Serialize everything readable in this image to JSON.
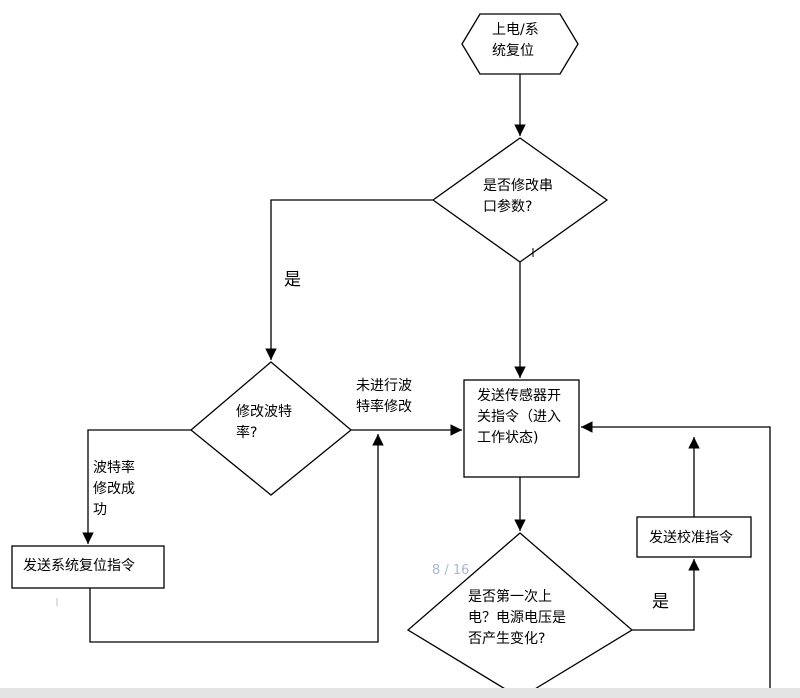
{
  "nodes": {
    "power_on": "上电/系\n统复位",
    "modify_serial": "是否修改串\n口参数?",
    "modify_baud": "修改波特\n率?",
    "send_reset": "发送系统复位指令",
    "send_sensor_switch": "发送传感器开\n关指令（进入\n工作状态)",
    "first_power_check": "是否第一次上\n电？电源电压是\n否产生变化?",
    "send_calibration": "发送校准指令"
  },
  "edge_labels": {
    "yes_left": "是",
    "baud_not_modified": "未进行波\n特率修改",
    "baud_modified_success": "波特率\n修改成\n功",
    "yes_right": "是"
  },
  "page_number": "8 / 16",
  "colors": {
    "line": "#000000",
    "page_number": "#aab8d6"
  }
}
